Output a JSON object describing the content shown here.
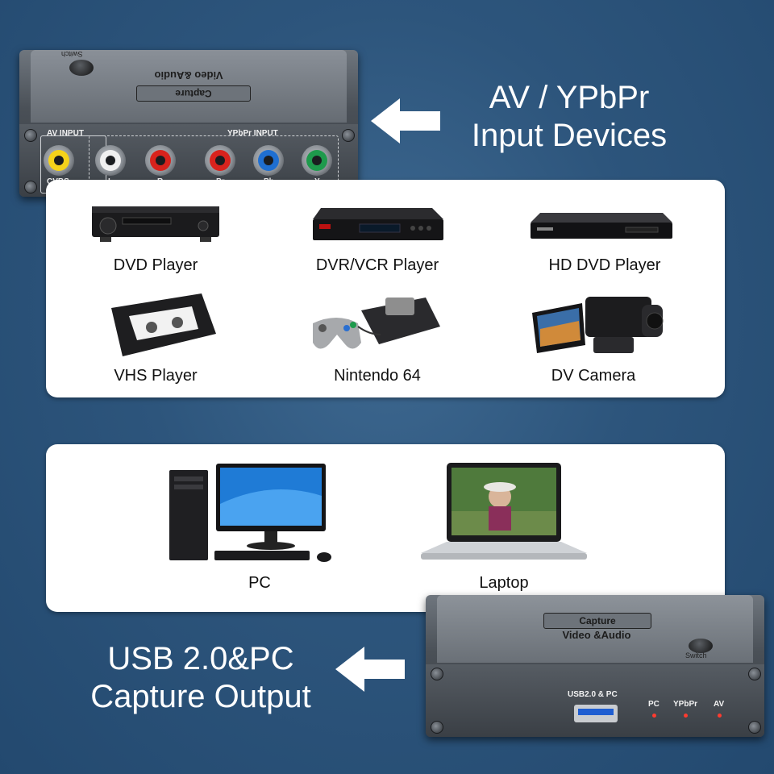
{
  "top_device": {
    "brand_badge": "Capture",
    "subtitle": "Video &Audio",
    "switch_label": "Switch",
    "group_av": "AV INPUT",
    "group_ypbpr": "YPbPr INPUT",
    "ports": [
      "CVBS",
      "L",
      "R",
      "Pr",
      "Pb",
      "Y"
    ],
    "port_colors": [
      "#f5d21a",
      "#f0f0f0",
      "#d8231d",
      "#d8231d",
      "#1f6fd1",
      "#1e9a4c"
    ]
  },
  "input_headline": {
    "line1": "AV / YPbPr",
    "line2": "Input Devices"
  },
  "input_devices": [
    {
      "label": "DVD Player",
      "icon": "dvd-player-icon"
    },
    {
      "label": "DVR/VCR Player",
      "icon": "dvr-player-icon"
    },
    {
      "label": "HD DVD Player",
      "icon": "hd-dvd-player-icon"
    },
    {
      "label": "VHS Player",
      "icon": "vhs-tape-icon"
    },
    {
      "label": "Nintendo 64",
      "icon": "nintendo-64-icon"
    },
    {
      "label": "DV Camera",
      "icon": "dv-camera-icon"
    }
  ],
  "output_devices": [
    {
      "label": "PC",
      "icon": "desktop-pc-icon"
    },
    {
      "label": "Laptop",
      "icon": "laptop-icon"
    }
  ],
  "output_headline": {
    "line1": "USB 2.0&PC",
    "line2": "Capture Output"
  },
  "bottom_device": {
    "brand_badge": "Capture",
    "subtitle": "Video &Audio",
    "switch_label": "Switch",
    "usb_label": "USB2.0 & PC",
    "led_labels": [
      "PC",
      "YPbPr",
      "AV"
    ]
  },
  "colors": {
    "background": "#2d557c",
    "panel": "#ffffff",
    "arrow": "#ffffff"
  }
}
